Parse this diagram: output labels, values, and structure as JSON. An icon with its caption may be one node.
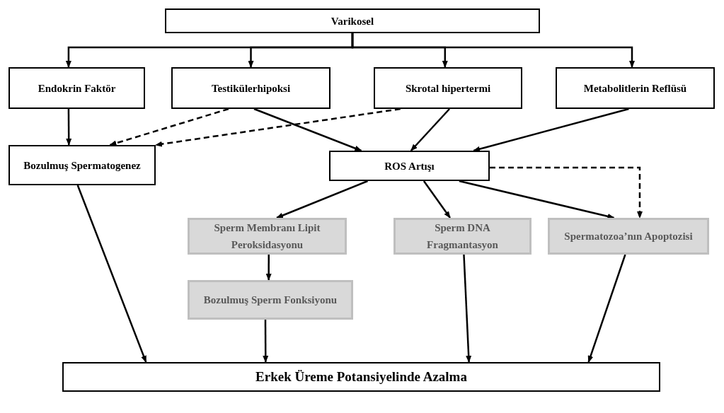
{
  "diagram": {
    "nodes": [
      {
        "text": [
          "Varikosel"
        ]
      },
      {
        "text": [
          "Endokrin Faktör"
        ]
      },
      {
        "text": [
          "Testikülerhipoksi"
        ]
      },
      {
        "text": [
          "Skrotal hipertermi"
        ]
      },
      {
        "text": [
          "Metabolitlerin Reflüsü"
        ]
      },
      {
        "text": [
          "Bozulmuş Spermatogenez"
        ]
      },
      {
        "text": [
          "ROS Artışı"
        ]
      },
      {
        "text": [
          "Sperm Membranı Lipit Peroksidasyonu"
        ]
      },
      {
        "text": [
          "Sperm DNA Fragmantasyon"
        ]
      },
      {
        "text": [
          "Spermatozoa’nın Apoptozisi"
        ]
      },
      {
        "text": [
          "Bozulmuş Sperm Fonksiyonu"
        ]
      },
      {
        "text": [
          "Erkek Üreme Potansiyelinde Azalma"
        ]
      }
    ],
    "edges": [
      {
        "from": 0,
        "to": 1,
        "arrow": "to"
      },
      {
        "from": 0,
        "to": 2,
        "arrow": "to"
      },
      {
        "from": 0,
        "to": 3,
        "arrow": "to"
      },
      {
        "from": 0,
        "to": 4,
        "arrow": "to"
      },
      {
        "from": 1,
        "to": 5,
        "arrow": "to"
      },
      {
        "from": 2,
        "to": 5,
        "arrow": "to",
        "style": "dashed"
      },
      {
        "from": 3,
        "to": 5,
        "arrow": "to",
        "style": "dashed"
      },
      {
        "from": 2,
        "to": 6,
        "arrow": "to"
      },
      {
        "from": 3,
        "to": 6,
        "arrow": "to"
      },
      {
        "from": 4,
        "to": 6,
        "arrow": "to"
      },
      {
        "from": 6,
        "to": 7,
        "arrow": "to"
      },
      {
        "from": 6,
        "to": 8,
        "arrow": "to"
      },
      {
        "from": 6,
        "to": 9,
        "arrow": "to"
      },
      {
        "from": 6,
        "to": 9,
        "arrow": "to",
        "style": "dashed"
      },
      {
        "from": 7,
        "to": 10,
        "arrow": "to"
      },
      {
        "from": 5,
        "to": 11,
        "arrow": "to"
      },
      {
        "from": 10,
        "to": 11,
        "arrow": "to"
      },
      {
        "from": 8,
        "to": 11,
        "arrow": "to"
      },
      {
        "from": 9,
        "to": 11,
        "arrow": "to"
      }
    ]
  }
}
